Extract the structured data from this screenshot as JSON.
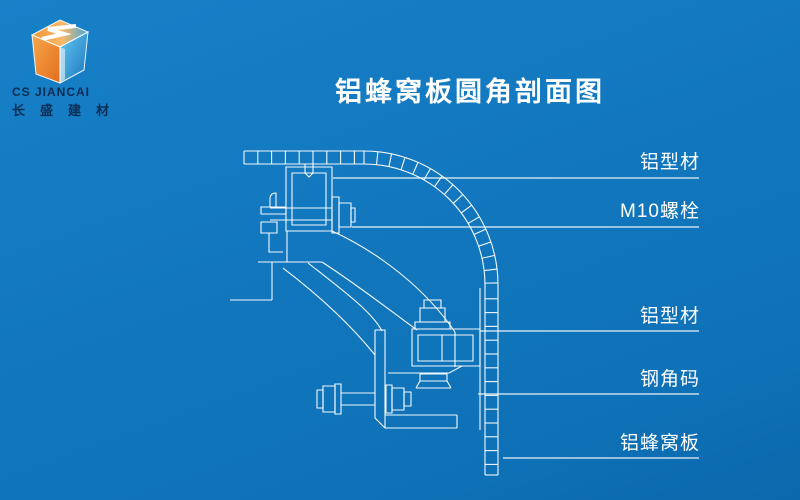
{
  "title": "铝蜂窝板圆角剖面图",
  "logo": {
    "company_en": "CS JIANCAI",
    "company_zh": "长盛建材",
    "colors": {
      "orange_light": "#F9A64A",
      "orange_dark": "#E06F1E",
      "blue_light": "#63C9F3",
      "blue_dark": "#1B74BB",
      "text": "#0C2D54"
    }
  },
  "theme": {
    "background": "#1277BE",
    "line_color": "#FFFFFF",
    "text_color": "#FFFFFF"
  },
  "diagram": {
    "type": "technical-section-drawing",
    "callouts": [
      {
        "text": "铝型材"
      },
      {
        "text": "M10螺栓"
      },
      {
        "text": "铝型材"
      },
      {
        "text": "钢角码"
      },
      {
        "text": "铝蜂窝板"
      }
    ]
  }
}
